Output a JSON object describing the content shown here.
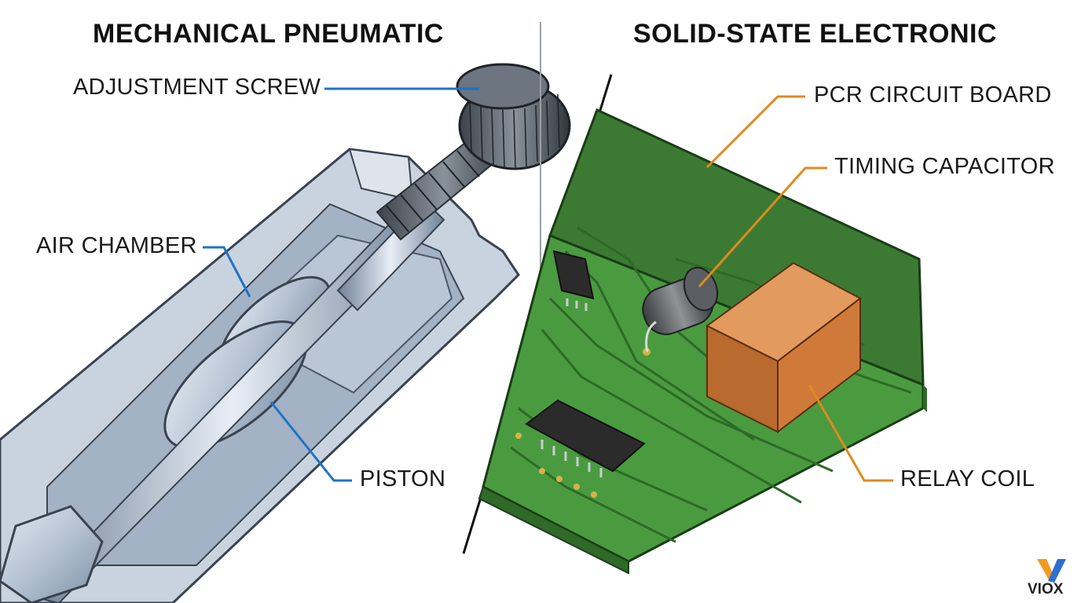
{
  "titles": {
    "left": "MECHANICAL PNEUMATIC",
    "right": "SOLID-STATE ELECTRONIC"
  },
  "labels": {
    "adjustment_screw": "ADJUSTMENT SCREW",
    "air_chamber": "AIR CHAMBER",
    "piston": "PISTON",
    "pcr_circuit_board": "PCR CIRCUIT BOARD",
    "timing_capacitor": "TIMING CAPACITOR",
    "relay_coil": "RELAY COIL"
  },
  "logo": {
    "text": "VIOX"
  },
  "colors": {
    "left_leader": "#1e73c8",
    "right_leader": "#e08a1e",
    "pcb_green": "#3f8f3a",
    "relay_orange": "#d2763a",
    "metal": "#b9c6d6"
  }
}
